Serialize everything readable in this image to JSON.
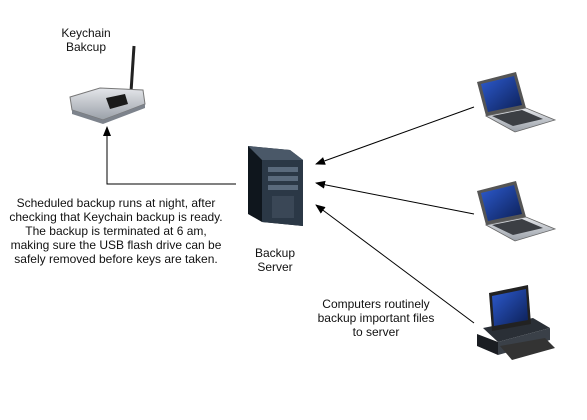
{
  "nodes": {
    "keychain": {
      "label": "Keychain\nBakcup",
      "icon": "wireless-router-icon"
    },
    "server": {
      "label": "Backup\nServer",
      "icon": "tower-server-icon"
    },
    "laptop_1": {
      "icon": "laptop-icon"
    },
    "laptop_2": {
      "icon": "laptop-icon"
    },
    "desktop": {
      "icon": "desktop-computer-icon"
    }
  },
  "annotations": {
    "schedule_note": "Scheduled backup runs at night, after\nchecking that Keychain backup is ready.\nThe backup is terminated at 6 am,\nmaking sure the USB flash drive can be\nsafely removed before keys are taken.",
    "computers_note": "Computers routinely\nbackup important files\nto server"
  },
  "colors": {
    "arrow": "#000000",
    "server_body": "#1f2a35",
    "device_silver": "#b8bcc4",
    "laptop_screen": "#1b3d8c"
  }
}
